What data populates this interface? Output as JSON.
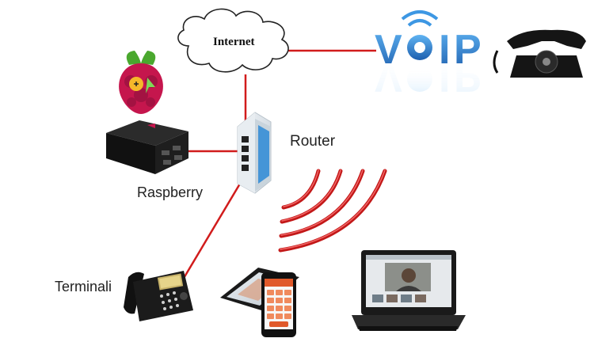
{
  "labels": {
    "internet": "Internet",
    "router": "Router",
    "raspberry": "Raspberry",
    "terminali": "Terminali"
  },
  "voip_logo": {
    "text": "VOIP",
    "letters": [
      "V",
      "O",
      "I",
      "P"
    ]
  },
  "colors": {
    "link": "#d11c1c",
    "voip_blue": "#2a7fd4",
    "voip_dark": "#1f3f73",
    "raspberry_red": "#c5164d",
    "leaf_green": "#4aa82e",
    "device_black": "#1a1a1a"
  },
  "icons": [
    "cloud-icon",
    "voip-logo-icon",
    "rotary-phone-icon",
    "raspberry-pi-logo-icon",
    "raspberry-pi-case-icon",
    "router-icon",
    "wifi-signal-icon",
    "ip-desk-phone-icon",
    "tablet-icon",
    "smartphone-icon",
    "laptop-icon"
  ]
}
